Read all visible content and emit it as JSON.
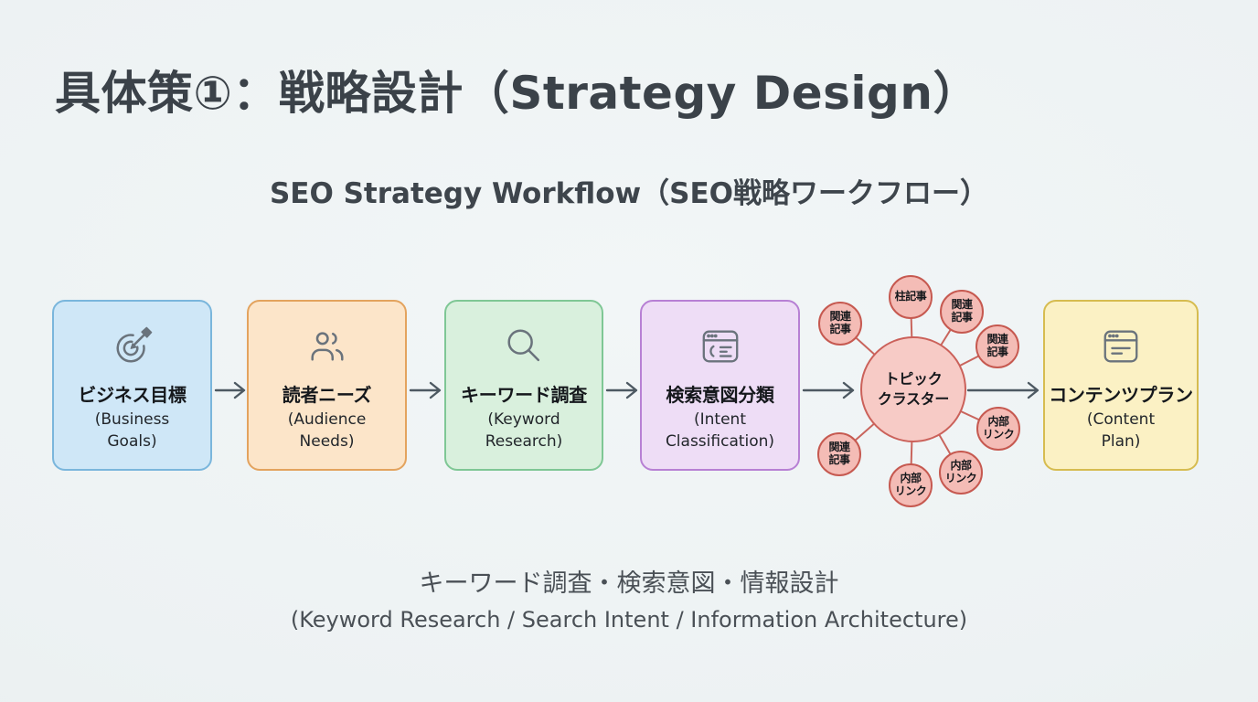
{
  "slide": {
    "title": "具体策①：戦略設計（Strategy Design）",
    "subtitle": "SEO Strategy Workflow（SEO戦略ワークフロー）"
  },
  "flow": {
    "boxes": [
      {
        "jp": "ビジネス目標",
        "en": "(Business\nGoals)",
        "icon": "target-icon"
      },
      {
        "jp": "読者ニーズ",
        "en": "(Audience\nNeeds)",
        "icon": "users-icon"
      },
      {
        "jp": "キーワード調査",
        "en": "(Keyword\nResearch)",
        "icon": "search-icon"
      },
      {
        "jp": "検索意図分類",
        "en": "(Intent\nClassification)",
        "icon": "browser-list-icon"
      },
      {
        "jp": "コンテンツプラン",
        "en": "(Content\nPlan)",
        "icon": "browser-doc-icon"
      }
    ],
    "cluster": {
      "center_label": "トピック\nクラスター",
      "satellites": [
        {
          "label": "柱記事"
        },
        {
          "label": "関連\n記事"
        },
        {
          "label": "関連\n記事"
        },
        {
          "label": "関連\n記事"
        },
        {
          "label": "関連\n記事"
        },
        {
          "label": "内部\nリンク"
        },
        {
          "label": "内部\nリンク"
        },
        {
          "label": "内部\nリンク"
        }
      ]
    }
  },
  "caption": {
    "jp": "キーワード調査・検索意図・情報設計",
    "en": "(Keyword Research / Search Intent / Information Architecture)"
  },
  "colors": {
    "background": "#edf2f3",
    "title_text": "#3b4249",
    "caption_text": "#4a5056",
    "box_blue_fill": "#cfe7f7",
    "box_blue_border": "#7ab6dc",
    "box_orange_fill": "#fce5c9",
    "box_orange_border": "#e3a35e",
    "box_green_fill": "#d9f0dd",
    "box_green_border": "#7fc795",
    "box_purple_fill": "#eeddf6",
    "box_purple_border": "#b780d4",
    "box_yellow_fill": "#fbf1c4",
    "box_yellow_border": "#d6bc50",
    "cluster_fill": "#f7cbc6",
    "cluster_border": "#cb615a",
    "satellite_fill": "#f4bcb6",
    "satellite_border": "#c65950",
    "arrow": "#4d5962",
    "icon": "#6a737c"
  }
}
